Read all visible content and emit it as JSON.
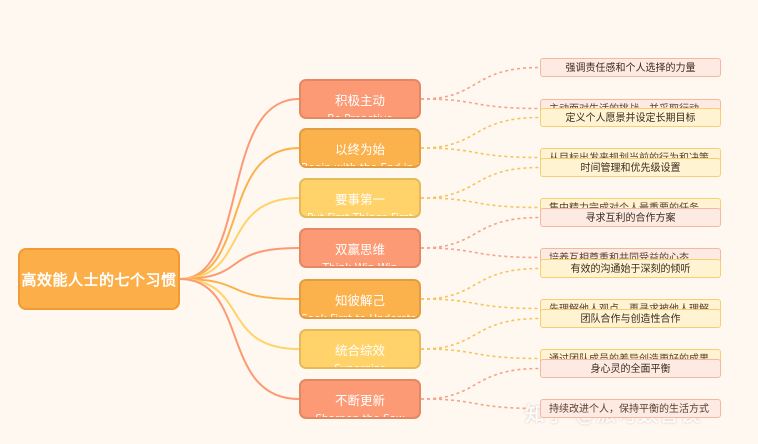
{
  "root": {
    "label": "高效能人士的七个习惯"
  },
  "colors": {
    "salmon": "#FB9A74",
    "orange": "#FCB24C",
    "yellow": "#FFD36A",
    "leaf_salmon_bg": "#FDEAE2",
    "leaf_salmon_border": "#F5B89F",
    "leaf_yellow_bg": "#FFF3D2",
    "leaf_yellow_border": "#F6CF72"
  },
  "branches": [
    {
      "title": "积极主动",
      "subtitle": "Be Proactive",
      "color": "salmon",
      "leaf_behind": "主动面对生活的挑战，并采取行动",
      "leaf_front": "强调责任感和个人选择的力量"
    },
    {
      "title": "以终为始",
      "subtitle": "Begin with the End in Mind",
      "color": "orange",
      "leaf_behind": "从目标出发来规划当前的行为和决策",
      "leaf_front": "定义个人愿景并设定长期目标"
    },
    {
      "title": "要事第一",
      "subtitle": "Put First Things First",
      "color": "yellow",
      "leaf_behind": "集中精力完成对个人最重要的任务",
      "leaf_front": "时间管理和优先级设置"
    },
    {
      "title": "双赢思维",
      "subtitle": "Think Win-Win",
      "color": "salmon",
      "leaf_behind": "培养互相尊重和共同受益的心态",
      "leaf_front": "寻求互利的合作方案"
    },
    {
      "title": "知彼解己",
      "subtitle": "Seek First to Understand",
      "color": "orange",
      "leaf_behind": "先理解他人观点，再寻求被他人理解",
      "leaf_front": "有效的沟通始于深刻的倾听"
    },
    {
      "title": "统合综效",
      "subtitle": "Synergize",
      "color": "yellow",
      "leaf_behind": "通过团队成员的差异创造更好的成果",
      "leaf_front": "团队合作与创造性合作"
    },
    {
      "title": "不断更新",
      "subtitle": "Sharpen the Saw",
      "color": "salmon",
      "leaf_behind": "持续改进个人，保持平衡的生活方式",
      "leaf_front": "身心灵的全面平衡"
    }
  ],
  "watermark": "知乎 @派可数智谈"
}
